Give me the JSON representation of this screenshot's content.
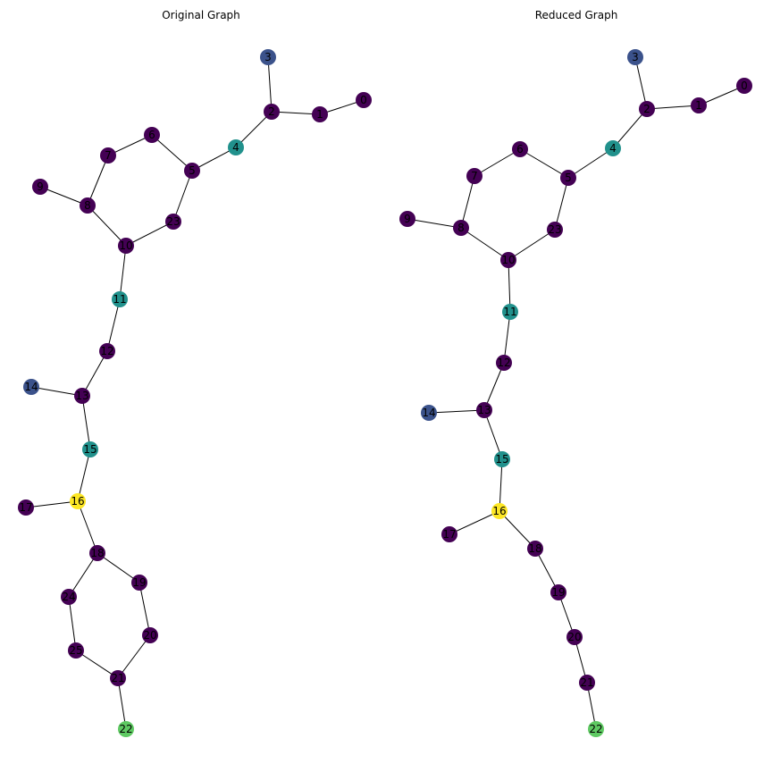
{
  "panels": [
    {
      "title": "Original Graph",
      "nodes": [
        {
          "id": "3",
          "label": "3",
          "color": "#3b528b"
        },
        {
          "id": "2",
          "label": "2",
          "color": "#440154"
        },
        {
          "id": "1",
          "label": "1",
          "color": "#440154"
        },
        {
          "id": "0",
          "label": "0",
          "color": "#440154"
        },
        {
          "id": "4",
          "label": "4",
          "color": "#21918c"
        },
        {
          "id": "6",
          "label": "6",
          "color": "#440154"
        },
        {
          "id": "7",
          "label": "7",
          "color": "#440154"
        },
        {
          "id": "5",
          "label": "5",
          "color": "#440154"
        },
        {
          "id": "9",
          "label": "9",
          "color": "#440154"
        },
        {
          "id": "8",
          "label": "8",
          "color": "#440154"
        },
        {
          "id": "23",
          "label": "23",
          "color": "#440154"
        },
        {
          "id": "10",
          "label": "10",
          "color": "#440154"
        },
        {
          "id": "11",
          "label": "11",
          "color": "#21918c"
        },
        {
          "id": "12",
          "label": "12",
          "color": "#440154"
        },
        {
          "id": "14",
          "label": "14",
          "color": "#3b528b"
        },
        {
          "id": "13",
          "label": "13",
          "color": "#440154"
        },
        {
          "id": "15",
          "label": "15",
          "color": "#21918c"
        },
        {
          "id": "17",
          "label": "17",
          "color": "#440154"
        },
        {
          "id": "16",
          "label": "16",
          "color": "#fde725"
        },
        {
          "id": "18",
          "label": "18",
          "color": "#440154"
        },
        {
          "id": "19",
          "label": "19",
          "color": "#440154"
        },
        {
          "id": "24",
          "label": "24",
          "color": "#440154"
        },
        {
          "id": "20",
          "label": "20",
          "color": "#440154"
        },
        {
          "id": "25",
          "label": "25",
          "color": "#440154"
        },
        {
          "id": "21",
          "label": "21",
          "color": "#440154"
        },
        {
          "id": "22",
          "label": "22",
          "color": "#5ec962"
        }
      ],
      "edges": [
        [
          "3",
          "2"
        ],
        [
          "2",
          "1"
        ],
        [
          "1",
          "0"
        ],
        [
          "2",
          "4"
        ],
        [
          "4",
          "5"
        ],
        [
          "5",
          "6"
        ],
        [
          "6",
          "7"
        ],
        [
          "7",
          "8"
        ],
        [
          "9",
          "8"
        ],
        [
          "8",
          "10"
        ],
        [
          "10",
          "23"
        ],
        [
          "23",
          "5"
        ],
        [
          "10",
          "11"
        ],
        [
          "11",
          "12"
        ],
        [
          "12",
          "13"
        ],
        [
          "14",
          "13"
        ],
        [
          "13",
          "15"
        ],
        [
          "15",
          "16"
        ],
        [
          "17",
          "16"
        ],
        [
          "16",
          "18"
        ],
        [
          "18",
          "19"
        ],
        [
          "19",
          "20"
        ],
        [
          "20",
          "21"
        ],
        [
          "18",
          "24"
        ],
        [
          "24",
          "25"
        ],
        [
          "25",
          "21"
        ],
        [
          "21",
          "22"
        ]
      ]
    },
    {
      "title": "Reduced Graph",
      "nodes": [
        {
          "id": "3",
          "label": "3",
          "color": "#3b528b"
        },
        {
          "id": "2",
          "label": "2",
          "color": "#440154"
        },
        {
          "id": "1",
          "label": "1",
          "color": "#440154"
        },
        {
          "id": "0",
          "label": "0",
          "color": "#440154"
        },
        {
          "id": "4",
          "label": "4",
          "color": "#21918c"
        },
        {
          "id": "6",
          "label": "6",
          "color": "#440154"
        },
        {
          "id": "7",
          "label": "7",
          "color": "#440154"
        },
        {
          "id": "5",
          "label": "5",
          "color": "#440154"
        },
        {
          "id": "9",
          "label": "9",
          "color": "#440154"
        },
        {
          "id": "8",
          "label": "8",
          "color": "#440154"
        },
        {
          "id": "23",
          "label": "23",
          "color": "#440154"
        },
        {
          "id": "10",
          "label": "10",
          "color": "#440154"
        },
        {
          "id": "11",
          "label": "11",
          "color": "#21918c"
        },
        {
          "id": "12",
          "label": "12",
          "color": "#440154"
        },
        {
          "id": "14",
          "label": "14",
          "color": "#3b528b"
        },
        {
          "id": "13",
          "label": "13",
          "color": "#440154"
        },
        {
          "id": "15",
          "label": "15",
          "color": "#21918c"
        },
        {
          "id": "16",
          "label": "16",
          "color": "#fde725"
        },
        {
          "id": "17",
          "label": "17",
          "color": "#440154"
        },
        {
          "id": "18",
          "label": "18",
          "color": "#440154"
        },
        {
          "id": "19",
          "label": "19",
          "color": "#440154"
        },
        {
          "id": "20",
          "label": "20",
          "color": "#440154"
        },
        {
          "id": "21",
          "label": "21",
          "color": "#440154"
        },
        {
          "id": "22",
          "label": "22",
          "color": "#5ec962"
        }
      ],
      "edges": [
        [
          "3",
          "2"
        ],
        [
          "2",
          "1"
        ],
        [
          "1",
          "0"
        ],
        [
          "2",
          "4"
        ],
        [
          "4",
          "5"
        ],
        [
          "5",
          "6"
        ],
        [
          "6",
          "7"
        ],
        [
          "7",
          "8"
        ],
        [
          "9",
          "8"
        ],
        [
          "8",
          "10"
        ],
        [
          "10",
          "23"
        ],
        [
          "23",
          "5"
        ],
        [
          "10",
          "11"
        ],
        [
          "11",
          "12"
        ],
        [
          "12",
          "13"
        ],
        [
          "14",
          "13"
        ],
        [
          "13",
          "15"
        ],
        [
          "15",
          "16"
        ],
        [
          "17",
          "16"
        ],
        [
          "16",
          "18"
        ],
        [
          "18",
          "19"
        ],
        [
          "19",
          "20"
        ],
        [
          "20",
          "21"
        ],
        [
          "21",
          "22"
        ]
      ]
    }
  ]
}
